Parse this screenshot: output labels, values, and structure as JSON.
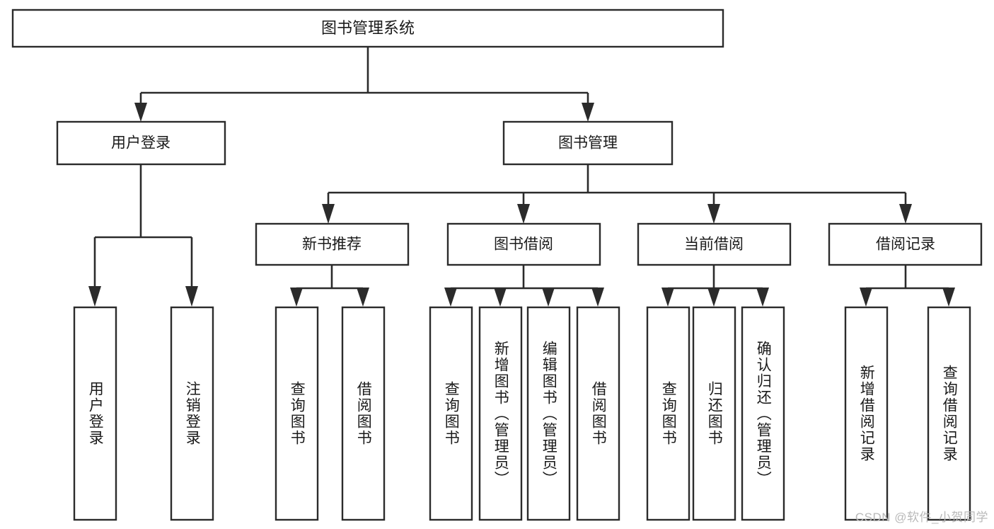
{
  "diagram": {
    "type": "tree",
    "title": "图书管理系统",
    "orientation": "top-down",
    "colors": {
      "box_stroke": "#2b2b2b",
      "box_fill": "#ffffff",
      "connector": "#2b2b2b",
      "text": "#1a1a1a",
      "background": "#ffffff",
      "watermark": "#b9b9b9"
    },
    "root": {
      "label": "图书管理系统"
    },
    "level2": [
      {
        "label": "用户登录"
      },
      {
        "label": "图书管理"
      }
    ],
    "level3": [
      {
        "label": "新书推荐"
      },
      {
        "label": "图书借阅"
      },
      {
        "label": "当前借阅"
      },
      {
        "label": "借阅记录"
      }
    ],
    "leaves": {
      "user_login": [
        {
          "label": "用户登录"
        },
        {
          "label": "注销登录"
        }
      ],
      "new_book_recommend": [
        {
          "label": "查询图书"
        },
        {
          "label": "借阅图书"
        }
      ],
      "book_borrow": [
        {
          "label": "查询图书"
        },
        {
          "label": "新增图书（管理员）"
        },
        {
          "label": "编辑图书（管理员）"
        },
        {
          "label": "借阅图书"
        }
      ],
      "current_borrow": [
        {
          "label": "查询图书"
        },
        {
          "label": "归还图书"
        },
        {
          "label": "确认归还（管理员）"
        }
      ],
      "borrow_record": [
        {
          "label": "新增借阅记录"
        },
        {
          "label": "查询借阅记录"
        }
      ]
    }
  },
  "watermark": {
    "text": "CSDN @软件_小贺同学"
  }
}
